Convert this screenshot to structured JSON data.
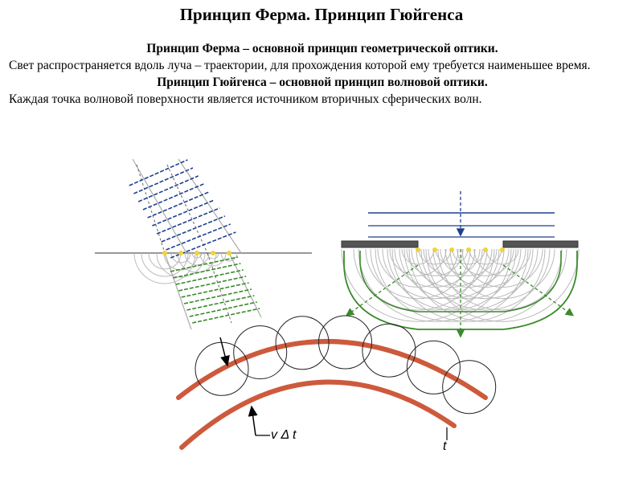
{
  "slide": {
    "title": "Принцип Ферма. Принцип Гюйгенса",
    "fermat_heading": "Принцип Ферма – основной принцип геометрической оптики.",
    "fermat_text": "Свет распространяется вдоль луча – траектории, для прохождения которой ему требуется наименьшее время.",
    "huygens_heading": "Принцип Гюйгенса – основной принцип волновой оптики.",
    "huygens_text": "Каждая точка волновой поверхности является источником вторичных сферических волн."
  },
  "diagram": {
    "label_vdt": "v Δ t",
    "label_t": "t",
    "colors": {
      "incident_front": "#1f3f8f",
      "refracted_front": "#3a8a2a",
      "secondary_wave": "#b9b9b9",
      "source_point": "#f0d23a",
      "wavefront_arc": "#cd5a3c",
      "barrier": "#555555"
    }
  }
}
